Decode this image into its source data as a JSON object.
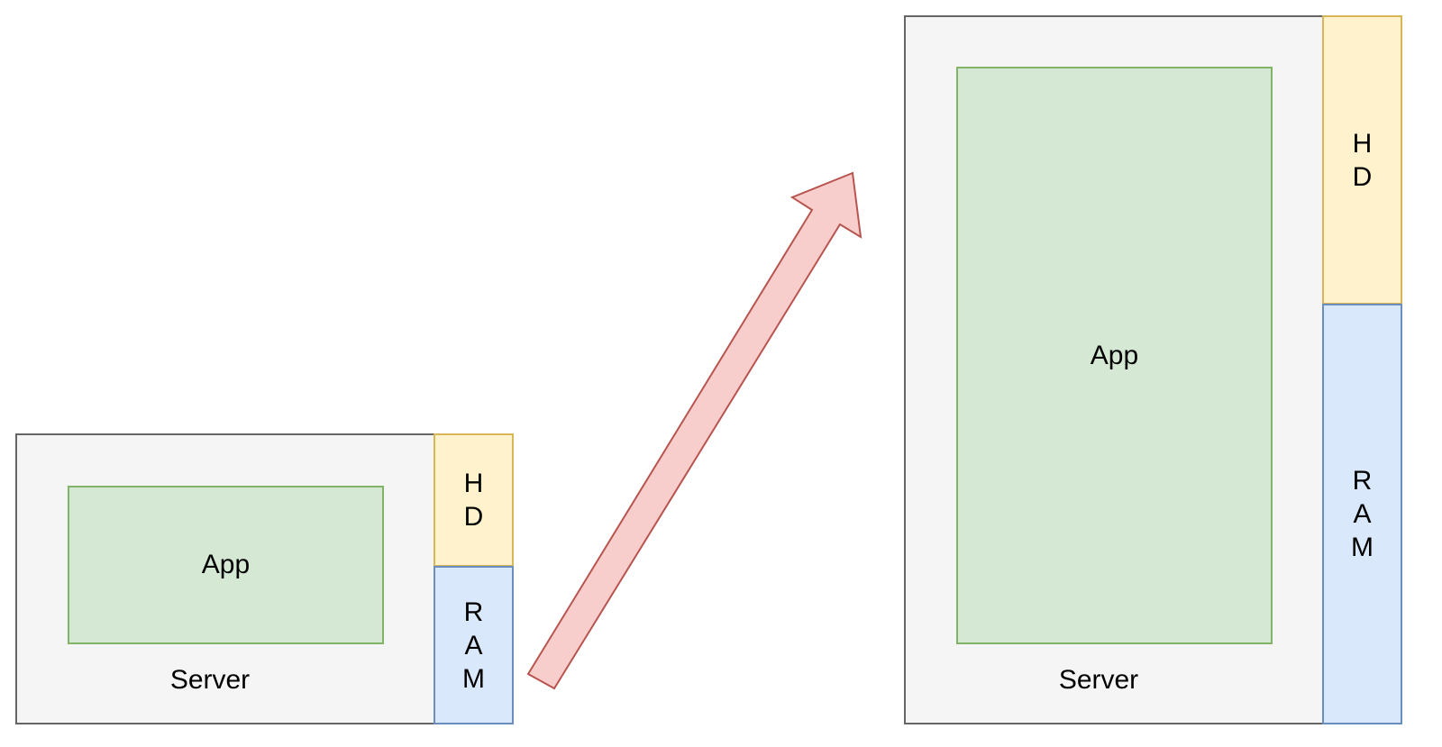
{
  "diagram": {
    "small_server": {
      "label": "Server",
      "app_label": "App",
      "hd_label": "HD",
      "ram_label": "RAM"
    },
    "large_server": {
      "label": "Server",
      "app_label": "App",
      "hd_label": "HD",
      "ram_label": "RAM"
    },
    "colors": {
      "server_fill": "#f5f5f5",
      "server_stroke": "#666666",
      "app_fill": "#d5e8d4",
      "app_stroke": "#82b366",
      "hd_fill": "#fff2cc",
      "hd_stroke": "#d6b656",
      "ram_fill": "#dae8fc",
      "ram_stroke": "#6c8ebf",
      "arrow_fill": "#f8cecc",
      "arrow_stroke": "#b85450"
    }
  }
}
